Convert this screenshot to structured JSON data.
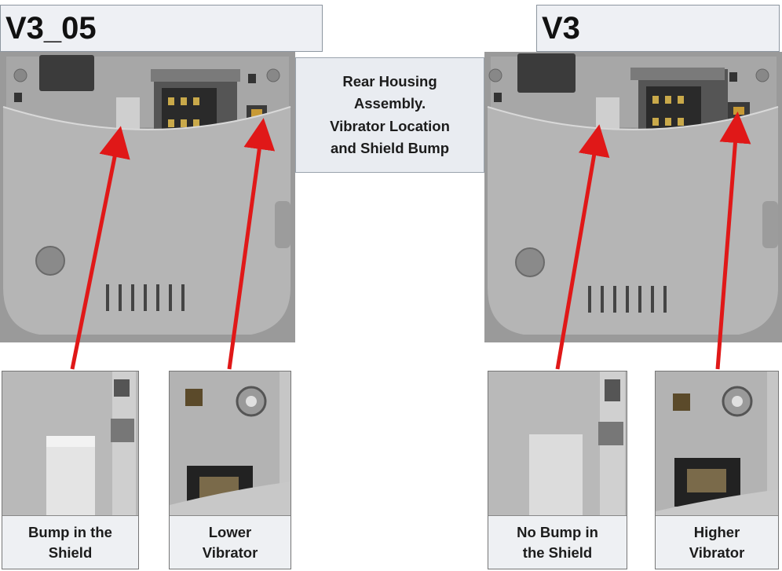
{
  "left": {
    "title": "V3_05",
    "insets": [
      {
        "line1": "Bump in the",
        "line2": "Shield"
      },
      {
        "line1": "Lower",
        "line2": "Vibrator"
      }
    ]
  },
  "right": {
    "title": "V3",
    "insets": [
      {
        "line1": "No Bump in",
        "line2": "the Shield"
      },
      {
        "line1": "Higher",
        "line2": "Vibrator"
      }
    ]
  },
  "center": {
    "lines": [
      "Rear Housing",
      "Assembly.",
      "Vibrator Location",
      "and Shield Bump"
    ]
  },
  "colors": {
    "arrow": "#e01818",
    "housing": "#b4b4b4",
    "title_bg": "#eef0f4"
  }
}
